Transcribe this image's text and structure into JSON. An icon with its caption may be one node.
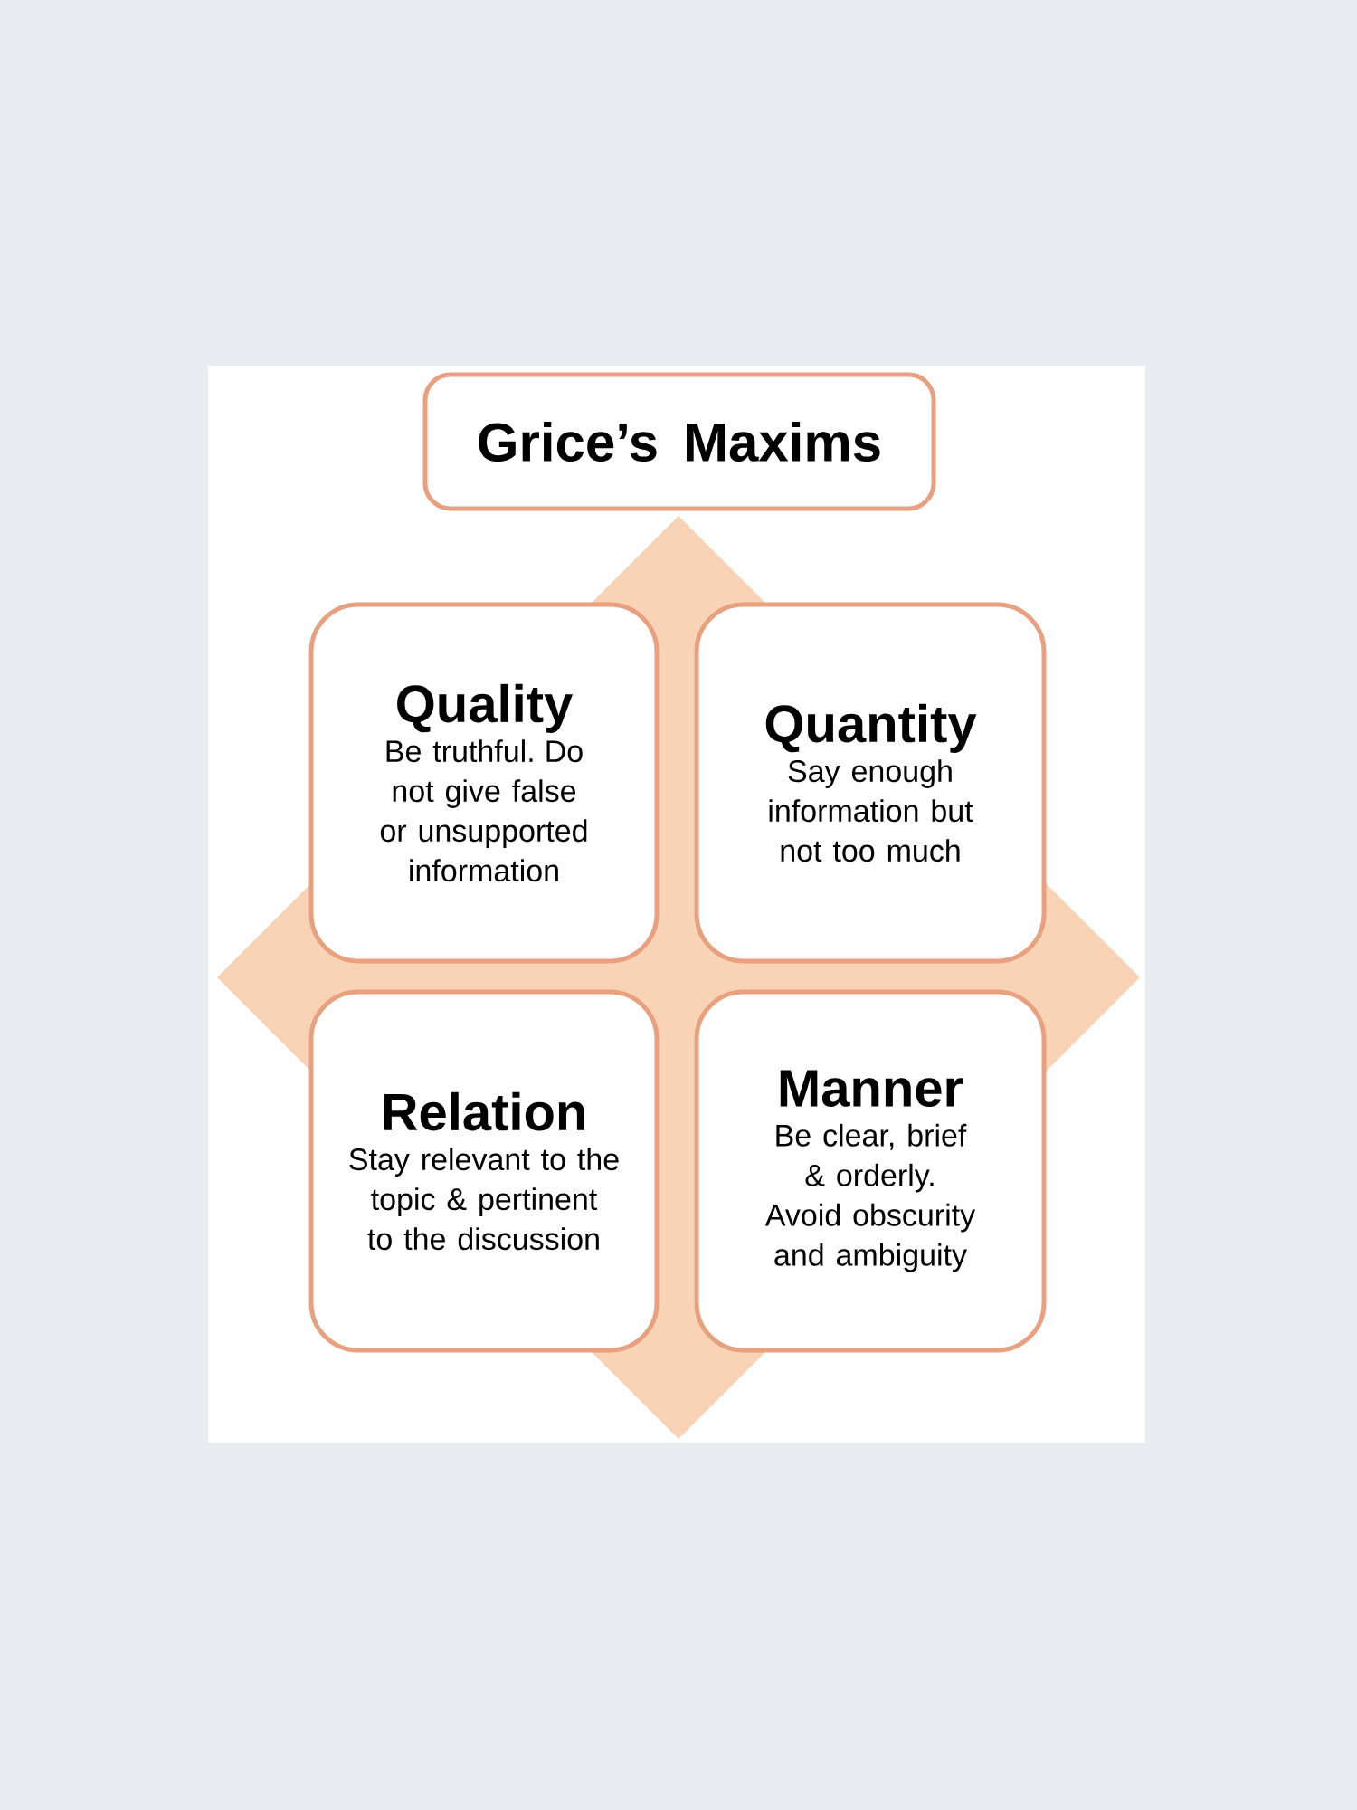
{
  "diagram": {
    "nodes": [
      {
        "text": [
          "Grice’s Maxims"
        ]
      },
      {
        "text": [
          "Quality",
          "Be truthful. Do not give false or unsupported information"
        ]
      },
      {
        "text": [
          "Quantity",
          "Say enough information but not too much"
        ]
      },
      {
        "text": [
          "Relation",
          "Stay relevant to the topic & pertinent to the discussion"
        ]
      },
      {
        "text": [
          "Manner",
          "Be clear, brief & orderly. Avoid obscurity and ambiguity"
        ]
      }
    ]
  }
}
